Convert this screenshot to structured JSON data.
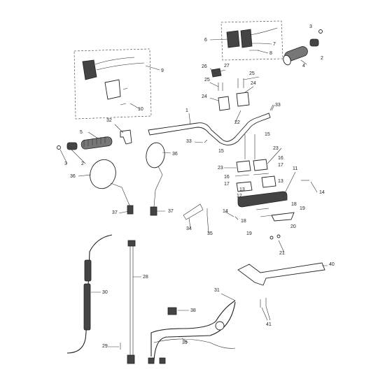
{
  "diagram": {
    "labels": [
      "1",
      "2",
      "3",
      "4",
      "5",
      "6",
      "7",
      "8",
      "9",
      "10",
      "11",
      "12",
      "13",
      "14",
      "15",
      "16",
      "17",
      "18",
      "19",
      "20",
      "21",
      "22",
      "23",
      "24",
      "25",
      "26",
      "27",
      "28",
      "29",
      "30",
      "31",
      "32",
      "33",
      "34",
      "35",
      "36",
      "37",
      "38",
      "39",
      "40",
      "41"
    ]
  }
}
